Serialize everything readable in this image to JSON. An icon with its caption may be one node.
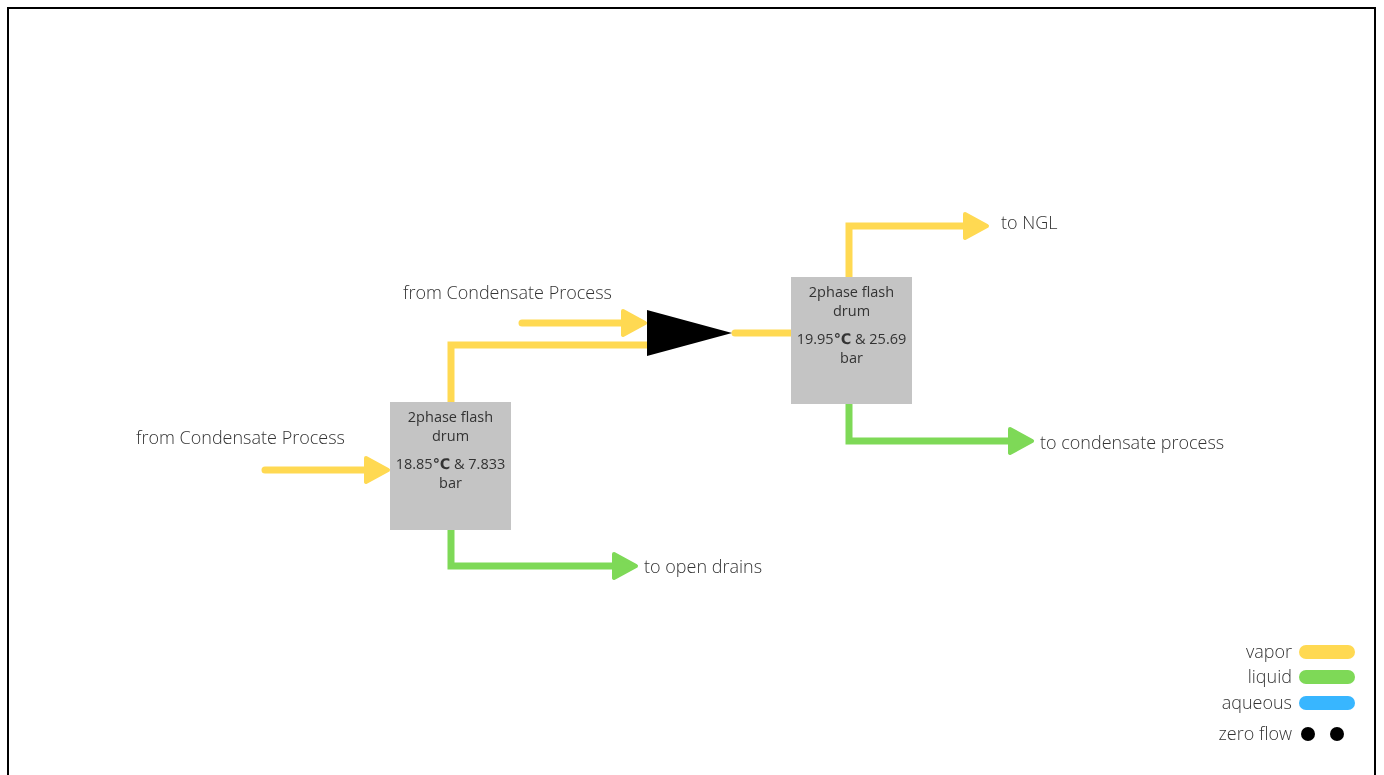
{
  "diagram": {
    "nodes": [
      {
        "text": [
          "from Condensate Process"
        ]
      },
      {
        "text": [
          "2phase flash drum",
          "18.85**℃** & 7.833 bar"
        ]
      },
      {
        "text": [
          "to open drains"
        ]
      },
      {
        "text": [
          "from Condensate Process"
        ]
      },
      {
        "text": [],
        "shape": "triangle"
      },
      {
        "text": [
          "2phase flash drum",
          "19.95**℃** & 25.69 bar"
        ]
      },
      {
        "text": [
          "to NGL"
        ]
      },
      {
        "text": [
          "to condensate process"
        ]
      }
    ],
    "edges": [
      {
        "from": 0,
        "to": 1,
        "arrow": "to"
      },
      {
        "from": 1,
        "to": 4,
        "arrow": "none"
      },
      {
        "from": 3,
        "to": 4,
        "arrow": "to"
      },
      {
        "from": 4,
        "to": 5,
        "arrow": "none"
      },
      {
        "from": 5,
        "to": 6,
        "arrow": "to"
      },
      {
        "from": 5,
        "to": 7,
        "arrow": "to",
        "color": "#7ed957"
      },
      {
        "from": 1,
        "to": 2,
        "arrow": "to",
        "color": "#7ed957"
      }
    ],
    "legend": [
      {
        "text": "vapor",
        "color": "#ffd952"
      },
      {
        "text": "liquid",
        "color": "#7ed957"
      },
      {
        "text": "aqueous",
        "color": "#38b6ff"
      },
      {
        "text": "zero flow"
      }
    ]
  }
}
